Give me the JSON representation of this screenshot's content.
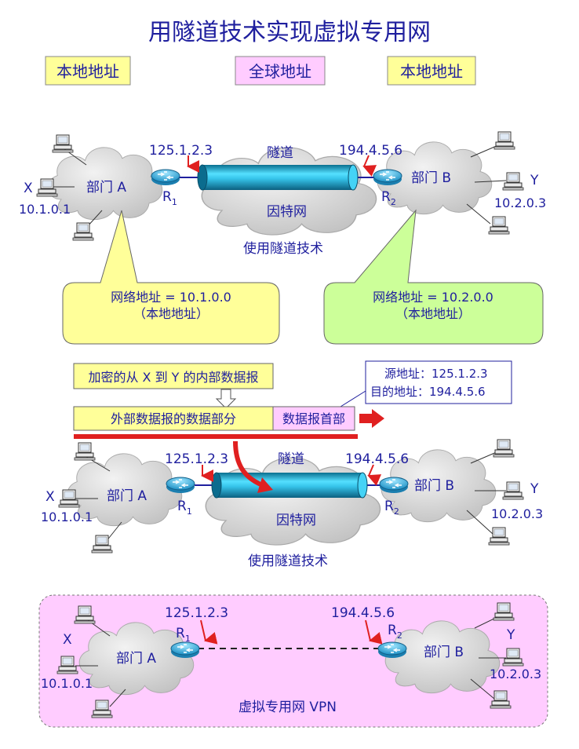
{
  "title": "用隧道技术实现虚拟专用网",
  "legend": {
    "local_left": "本地地址",
    "global": "全球地址",
    "local_right": "本地地址"
  },
  "top": {
    "ip_r1": "125.1.2.3",
    "ip_r2": "194.4.5.6",
    "tunnel": "隧道",
    "internet": "因特网",
    "dept_a": "部门 A",
    "dept_b": "部门 B",
    "host_x": "X",
    "host_y": "Y",
    "ip_x": "10.1.0.1",
    "ip_y": "10.2.0.3",
    "r1": "R",
    "r1_sub": "1",
    "r2": "R",
    "r2_sub": "2",
    "tech": "使用隧道技术",
    "callout_left_line1": "网络地址 = 10.1.0.0",
    "callout_left_line2": "（本地地址）",
    "callout_right_line1": "网络地址 = 10.2.0.0",
    "callout_right_line2": "（本地地址）"
  },
  "middle": {
    "encrypted_label": "加密的从 X 到 Y 的内部数据报",
    "src_label": "源地址：125.1.2.3",
    "dst_label": "目的地址：194.4.5.6",
    "data_part": "外部数据报的数据部分",
    "header": "数据报首部",
    "ip_r1": "125.1.2.3",
    "ip_r2": "194.4.5.6",
    "tunnel": "隧道",
    "internet": "因特网",
    "dept_a": "部门 A",
    "dept_b": "部门 B",
    "host_x": "X",
    "host_y": "Y",
    "ip_x": "10.1.0.1",
    "ip_y": "10.2.0.3",
    "r1": "R",
    "r1_sub": "1",
    "r2": "R",
    "r2_sub": "2",
    "tech": "使用隧道技术"
  },
  "bottom": {
    "ip_r1": "125.1.2.3",
    "ip_r2": "194.4.5.6",
    "dept_a": "部门 A",
    "dept_b": "部门 B",
    "host_x": "X",
    "host_y": "Y",
    "ip_x": "10.1.0.1",
    "ip_y": "10.2.0.3",
    "r1": "R",
    "r1_sub": "1",
    "r2": "R",
    "r2_sub": "2",
    "vpn": "虚拟专用网 VPN"
  },
  "colors": {
    "title": "#1f1f9e",
    "text": "#1f1f9e",
    "yellow_box": "#ffff99",
    "pink_box": "#ffccff",
    "green_callout": "#ccff99",
    "vpn_bg": "#ffccff",
    "cloud": "#d9d9d9",
    "tunnel": "#33ccee",
    "router": "#33aadd",
    "red": "#e02020"
  }
}
